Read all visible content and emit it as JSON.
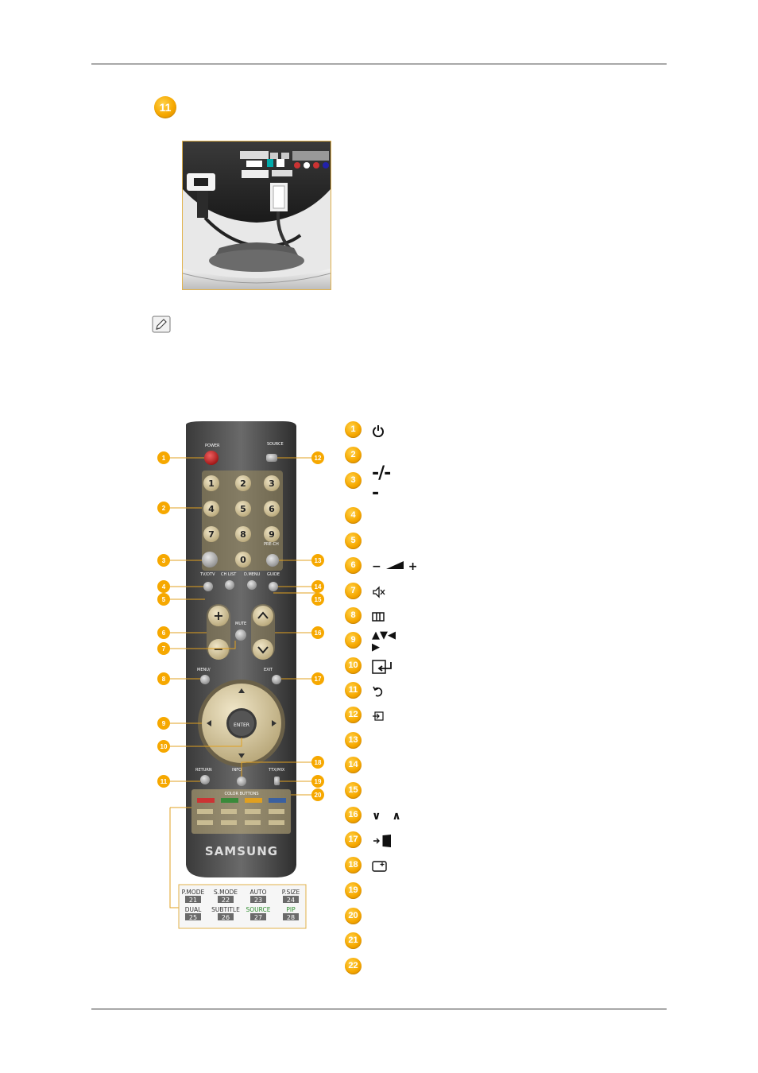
{
  "section": {
    "badge": "11"
  },
  "note": {
    "icon": "note-pencil-icon"
  },
  "remote": {
    "brand": "SAMSUNG",
    "labels": {
      "power": "POWER",
      "source": "SOURCE",
      "tvdtv": "TV/DTV",
      "chlist": "CH LIST",
      "dmenu": "D.MENU",
      "guide": "GUIDE",
      "prech": "PRE-CH",
      "mute": "MUTE",
      "menu": "MENU/",
      "exit": "EXIT",
      "enter": "ENTER",
      "return": "RETURN",
      "info": "INFO",
      "ttx": "TTX/MIX",
      "color": "COLOR BUTTONS"
    },
    "digits": [
      "1",
      "2",
      "3",
      "4",
      "5",
      "6",
      "7",
      "8",
      "9",
      "0"
    ],
    "callouts_left": [
      "1",
      "2",
      "3",
      "4",
      "5",
      "6",
      "7",
      "8",
      "9",
      "10",
      "11"
    ],
    "callouts_right": [
      "12",
      "13",
      "14",
      "15",
      "16",
      "17",
      "18",
      "19",
      "20"
    ],
    "inset": {
      "row1": [
        {
          "label": "P.MODE",
          "num": "21"
        },
        {
          "label": "S.MODE",
          "num": "22"
        },
        {
          "label": "AUTO",
          "num": "23"
        },
        {
          "label": "P.SIZE",
          "num": "24"
        }
      ],
      "row2": [
        {
          "label": "DUAL",
          "num": "25"
        },
        {
          "label": "SUBTITLE",
          "num": "26"
        },
        {
          "label": "SOURCE",
          "num": "27"
        },
        {
          "label": "PIP",
          "num": "28"
        }
      ]
    }
  },
  "legend": [
    {
      "num": "1",
      "icon": "power-icon"
    },
    {
      "num": "2",
      "icon": ""
    },
    {
      "num": "3",
      "icon": "dash-dash-icon",
      "text": "-/--"
    },
    {
      "num": "4",
      "icon": ""
    },
    {
      "num": "5",
      "icon": ""
    },
    {
      "num": "6",
      "icon": "volume-icon",
      "text": "−",
      "text2": "+"
    },
    {
      "num": "7",
      "icon": "mute-icon"
    },
    {
      "num": "8",
      "icon": "menu-icon"
    },
    {
      "num": "9",
      "icon": "arrows-icon",
      "text": "▲▼◀ ▶"
    },
    {
      "num": "10",
      "icon": "enter-icon"
    },
    {
      "num": "11",
      "icon": "return-icon"
    },
    {
      "num": "12",
      "icon": "source-icon"
    },
    {
      "num": "13",
      "icon": ""
    },
    {
      "num": "14",
      "icon": ""
    },
    {
      "num": "15",
      "icon": ""
    },
    {
      "num": "16",
      "icon": "channel-icon",
      "text": "∨",
      "text2": "∧"
    },
    {
      "num": "17",
      "icon": "exit-icon"
    },
    {
      "num": "18",
      "icon": "info-icon"
    },
    {
      "num": "19",
      "icon": ""
    },
    {
      "num": "20",
      "icon": ""
    },
    {
      "num": "21",
      "icon": ""
    },
    {
      "num": "22",
      "icon": ""
    }
  ]
}
